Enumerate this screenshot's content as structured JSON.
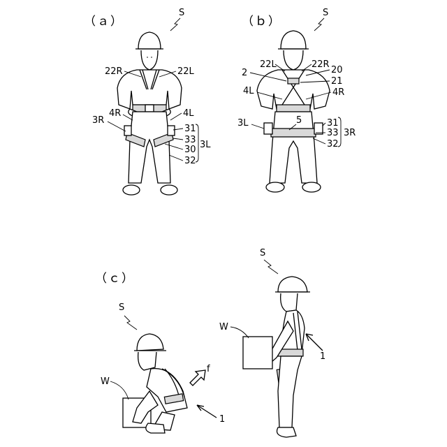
{
  "panels": {
    "a": {
      "title": "（ａ）",
      "labels": {
        "s": "S",
        "r22": "22R",
        "l22": "22L",
        "r3": "3R",
        "r4": "4R",
        "l4": "4L",
        "n31": "31",
        "n33": "33",
        "n30": "30",
        "l3": "3L",
        "n32": "32"
      }
    },
    "b": {
      "title": "（ｂ）",
      "labels": {
        "s": "S",
        "l22": "22L",
        "r22": "22R",
        "n2": "2",
        "n20": "20",
        "n21": "21",
        "l4": "4L",
        "r4": "4R",
        "l3": "3L",
        "n5": "5",
        "n31": "31",
        "n33": "33",
        "r3": "3R",
        "n32": "32"
      }
    },
    "c": {
      "title": "（ｃ）",
      "labels": {
        "s_left": "S",
        "w_left": "W",
        "f": "f",
        "one_left": "1",
        "s_right": "S",
        "w_right": "W",
        "one_right": "1"
      }
    }
  }
}
